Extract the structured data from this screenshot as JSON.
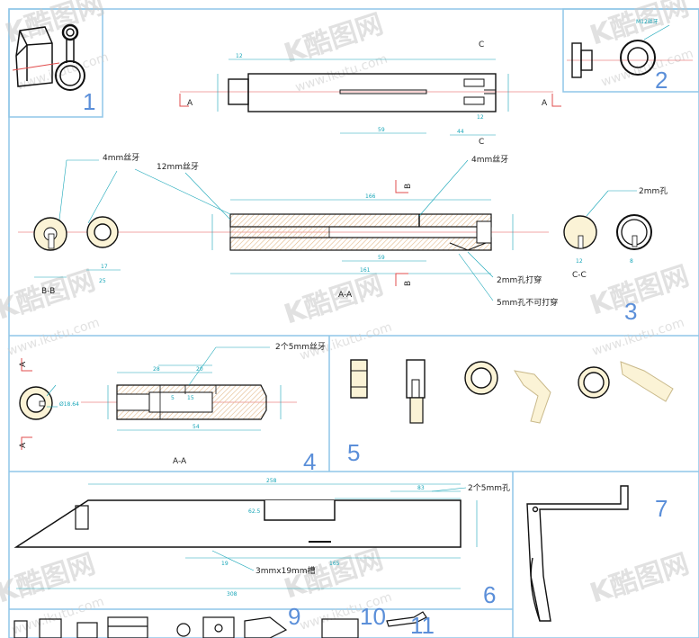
{
  "panel_numbers": [
    "1",
    "2",
    "3",
    "4",
    "5",
    "6",
    "7",
    "9",
    "10",
    "11"
  ],
  "watermark": {
    "logo": "K酷图网",
    "url": "www.ikutu.com"
  },
  "panel2": {
    "thread": "M12丝牙"
  },
  "panel3": {
    "section_top_left": "A",
    "section_top_right": "A",
    "section_c_top": "C",
    "section_c_bottom": "C",
    "label_4mm_left": "4mm丝牙",
    "label_12mm": "12mm丝牙",
    "label_4mm_right": "4mm丝牙",
    "label_2mm_hole": "2mm孔",
    "label_2mm_through": "2mm孔打穿",
    "label_5mm_no_through": "5mm孔不可打穿",
    "view_bb": "B-B",
    "view_aa": "A-A",
    "view_cc": "C-C",
    "section_b_top": "B",
    "section_b_bottom": "B",
    "dims": [
      "12",
      "166",
      "59",
      "44",
      "12",
      "161",
      "59",
      "17",
      "25",
      "12",
      "8"
    ]
  },
  "panel4": {
    "label_threads": "2个5mm丝牙",
    "view_aa": "A-A",
    "section_a_top": "A",
    "section_a_bottom": "A",
    "dims": [
      "28",
      "20",
      "5",
      "15",
      "54",
      "Ø18.64"
    ]
  },
  "panel6": {
    "label_holes": "2个5mm孔",
    "label_slot": "3mmx19mm槽",
    "dims": [
      "258",
      "165",
      "19",
      "308",
      "62.5",
      "83"
    ]
  }
}
